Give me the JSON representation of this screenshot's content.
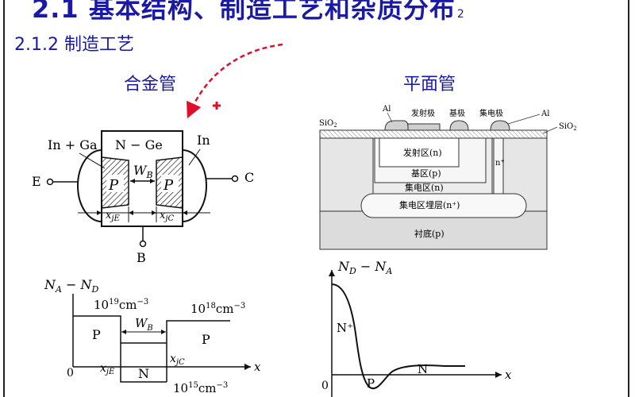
{
  "slide": {
    "heading": "2.1  基本结构、制造工艺和杂质分布",
    "heading_page": "2",
    "section": "2.1.2  制造工艺",
    "alloy_label": "合金管",
    "planar_label": "平面管"
  },
  "alloy_diagram": {
    "left_contact": "In + Ga",
    "body": "N − Ge",
    "right_contact": "In",
    "p_left": "P",
    "p_right": "P",
    "wb": "W",
    "wb_sub": "B",
    "terminal_e": "E",
    "terminal_c": "C",
    "terminal_b": "B",
    "xje": "x",
    "xje_sub": "jE",
    "xjc": "x",
    "xjc_sub": "jC"
  },
  "planar_diagram": {
    "al_left": "Al",
    "al_right": "Al",
    "emitter_electrode": "发射极",
    "base_electrode": "基极",
    "collector_electrode": "集电极",
    "sio2_left": "SiO",
    "sio2_left_sub": "2",
    "sio2_right": "SiO",
    "sio2_right_sub": "2",
    "emitter_region": "发射区(n)",
    "nplus": "n⁺",
    "base_region": "基区(p)",
    "collector_region": "集电区(n)",
    "buried_layer": "集电区埋层(n⁺)",
    "substrate": "衬底(p)"
  },
  "alloy_profile": {
    "y_label": "N",
    "y_sub1": "A",
    "y_minus": " − N",
    "y_sub2": "D",
    "conc_p_left": "10",
    "conc_p_left_exp": "19",
    "conc_p_left_unit": "cm",
    "conc_p_left_unit_exp": "−3",
    "conc_p_right": "10",
    "conc_p_right_exp": "18",
    "conc_p_right_unit": "cm",
    "conc_p_right_unit_exp": "−3",
    "conc_n": "10",
    "conc_n_exp": "15",
    "conc_n_unit": "cm",
    "conc_n_unit_exp": "−3",
    "region_p_left": "P",
    "region_p_right": "P",
    "region_n": "N",
    "wb": "W",
    "wb_sub": "B",
    "xje": "x",
    "xje_sub": "jE",
    "xjc": "x",
    "xjc_sub": "jC",
    "origin": "0",
    "x_axis": "x"
  },
  "planar_profile": {
    "y_label": "N",
    "y_sub1": "D",
    "y_minus": " − N",
    "y_sub2": "A",
    "region_nplus": "N⁺",
    "region_p": "P",
    "region_n": "N",
    "origin": "0",
    "x_axis": "x"
  },
  "colors": {
    "heading": "#1a1aa6",
    "pointer_arrow": "#e0102a",
    "substrate": "#e6e6e6",
    "oxide_hatch": "#888888"
  }
}
